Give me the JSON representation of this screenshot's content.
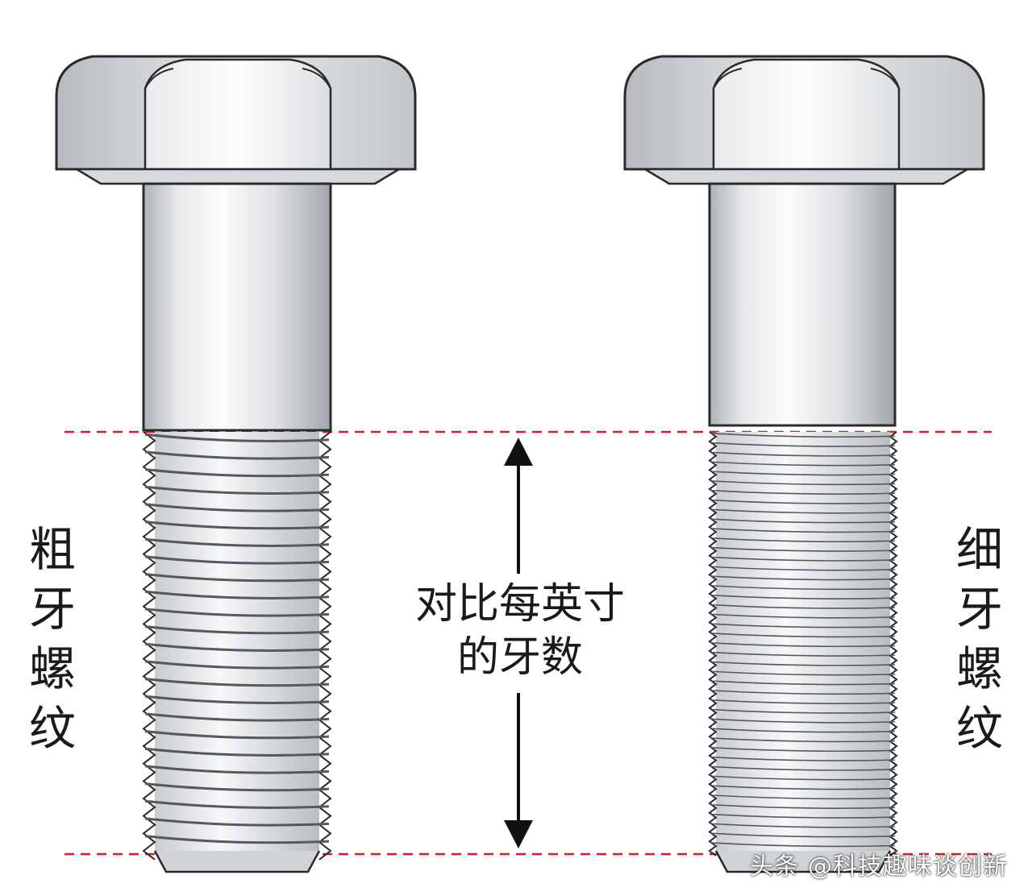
{
  "labels": {
    "coarse_thread": "粗牙螺纹",
    "fine_thread": "细牙螺纹",
    "comparison_line1": "对比每英寸",
    "comparison_line2": "的牙数"
  },
  "watermark": "头条 @科技趣味谈创新",
  "bolts": [
    {
      "name": "coarse",
      "thread_count_shown": 24
    },
    {
      "name": "fine",
      "thread_count_shown": 44
    }
  ],
  "colors": {
    "guide_line": "#cc2222",
    "arrow": "#111111",
    "metal_light": "#f4f5f6",
    "metal_mid": "#c9ccd0",
    "metal_dark": "#8d9196",
    "outline": "#2a2a2a"
  }
}
